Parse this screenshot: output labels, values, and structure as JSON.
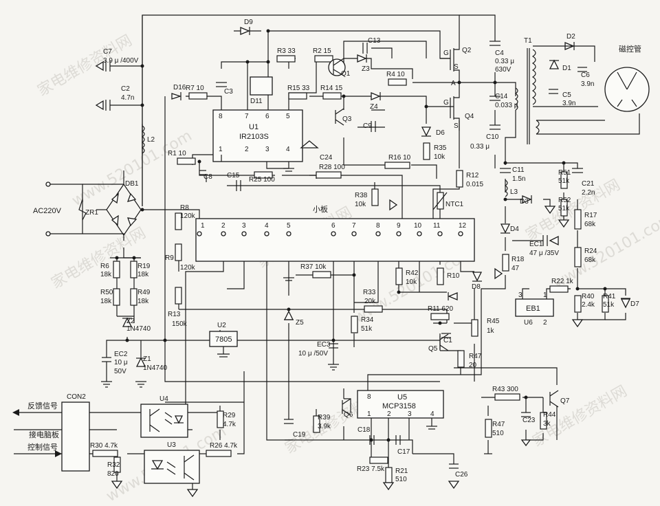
{
  "caps": {
    "C7": "C7",
    "C7v": "3.9 μ /400V",
    "C2": "C2",
    "C2v": "4.7n",
    "C3": "C3",
    "C8": "C8",
    "C15": "C15",
    "C24": "C24",
    "C13": "C13",
    "C9": "C9",
    "C4": "C4",
    "C4v": "0.33 μ",
    "C4v2": "630V",
    "C14": "C14",
    "C14v": "0.033 μ",
    "C10": "C10",
    "C10v": "0.33 μ",
    "C11": "C11",
    "C11v": "1.5n",
    "C21": "C21",
    "C21v": "2.2n",
    "C6": "C6",
    "C6v": "3.9n",
    "C5": "C5",
    "C5v": "3.9n",
    "EC1": "EC1",
    "EC1v": "47 μ /35V",
    "EC2": "EC2",
    "EC2v": "10 μ",
    "EC2v2": "50V",
    "EC3": "EC3",
    "EC3v": "10 μ /50V",
    "C1": "C1",
    "C19": "C19",
    "C18": "C18",
    "C17": "C17",
    "C23": "C23",
    "C26": "C26"
  },
  "res": {
    "R7": "R7  10",
    "R1": "R1  10",
    "R25": "R25  100",
    "R3": "R3  33",
    "R2": "R2  15",
    "R15": "R15  33",
    "R14": "R14  15",
    "R4": "R4  10",
    "R16": "R16  10",
    "R28": "R28  100",
    "R35": "R35",
    "R35v": "10k",
    "R12": "R12",
    "R12v": "0.015",
    "R38": "R38",
    "R38v": "10k",
    "R8": "R8",
    "R8v": "120k",
    "R9": "R9",
    "R9v": "120k",
    "R13": "R13",
    "R13v": "150k",
    "R6": "R6",
    "R6v": "18k",
    "R19": "R19",
    "R19v": "18k",
    "R50": "R50",
    "R50v": "18k",
    "R49": "R49",
    "R49v": "18k",
    "R37": "R37  10k",
    "R42": "R42",
    "R42v": "10k",
    "R10": "R10",
    "R33": "R33",
    "R33v": "20k",
    "R34": "R34",
    "R34v": "51k",
    "R11": "R11  620",
    "R45": "R45",
    "R45v": "1k",
    "R47a": "R47",
    "R47av": "20",
    "R18": "R18",
    "R18v": "47",
    "R22": "R22  1k",
    "R51": "R51",
    "R51v": "51k",
    "R52": "R52",
    "R52v": "51k",
    "R17": "R17",
    "R17v": "68k",
    "R24": "R24",
    "R24v": "68k",
    "R40": "R40",
    "R40v": "2.4k",
    "R41": "R41",
    "R41v": "51k",
    "R29": "R29",
    "R29v": "4.7k",
    "R26": "R26  4.7k",
    "R30": "R30  4.7k",
    "R32": "R32",
    "R32v": "820",
    "R39": "R39",
    "R39v": "3.9k",
    "R23": "R23  7.5k",
    "R21": "R21",
    "R21v": "510",
    "R43": "R43  300",
    "R47b": "R47",
    "R47bv": "510",
    "R44": "R44",
    "R44v": "3k"
  },
  "semis": {
    "D9": "D9",
    "D16": "D16",
    "D11": "D11",
    "D6": "D6",
    "D3": "D3",
    "D4": "D4",
    "D8": "D8",
    "D7": "D7",
    "D1": "D1",
    "D2": "D2",
    "Z3": "Z3",
    "Z4": "Z4",
    "Z5": "Z5",
    "Z2": "Z2",
    "Z2v": "1N4740",
    "Z1": "Z1",
    "Z1v": "1N4740",
    "Q1": "Q1",
    "Q2": "Q2",
    "Q3": "Q3",
    "Q4": "Q4",
    "Q5": "Q5",
    "Q6": "Q6",
    "Q7": "Q7",
    "G1": "G",
    "S1": "S",
    "G2": "G",
    "S2": "S",
    "A": "A",
    "NTC1": "NTC1",
    "DB1": "DB1",
    "ZR1": "ZR1",
    "L2": "L2",
    "L3": "L3",
    "T1": "T1"
  },
  "ics": {
    "U1": "U1",
    "U1name": "IR2103S",
    "U1pins": [
      "8",
      "7",
      "6",
      "5",
      "1",
      "2",
      "3",
      "4"
    ],
    "U2": "U2",
    "U2name": "7805",
    "U4": "U4",
    "U3": "U3",
    "U5": "U5",
    "U5name": "MCP3158",
    "U5pins": [
      "8",
      "1",
      "2",
      "3",
      "4"
    ],
    "U6": "U6",
    "EB1": "EB1",
    "EB1pins": [
      "3",
      "1",
      "2"
    ],
    "board": "小板",
    "boardPins": [
      "1",
      "2",
      "3",
      "4",
      "5",
      "6",
      "7",
      "8",
      "9",
      "10",
      "11",
      "12"
    ],
    "CON2": "CON2"
  },
  "labels": {
    "ac": "AC220V",
    "feedback": "反馈信号",
    "connect": "接电脑板",
    "control": "控制信号",
    "magnetron": "磁控管"
  },
  "watermark": [
    "家电维修资料网",
    "www.520101.com"
  ]
}
